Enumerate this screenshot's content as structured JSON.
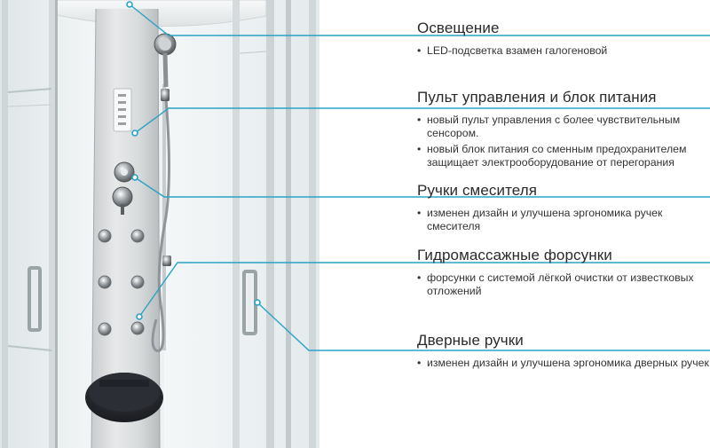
{
  "features": [
    {
      "title": "Освещение",
      "bullets": [
        "LED-подсветка взамен галогеновой"
      ]
    },
    {
      "title": "Пульт управления и блок питания",
      "bullets": [
        "новый пульт управления с более чувствительным сенсором.",
        "новый блок питания со сменным предохранителем защищает электрооборудование от перегорания"
      ]
    },
    {
      "title": "Ручки смесителя",
      "bullets": [
        "изменен дизайн и улучшена эргономика ручек смесителя"
      ]
    },
    {
      "title": "Гидромассажные форсунки",
      "bullets": [
        "форсунки с системой лёгкой очистки от известковых отложений"
      ]
    },
    {
      "title": "Дверные ручки",
      "bullets": [
        "изменен дизайн и улучшена эргономика дверных ручек"
      ]
    }
  ],
  "colors": {
    "leader": "#2aa3c6",
    "title": "#2a2a2a",
    "text": "#333333"
  }
}
